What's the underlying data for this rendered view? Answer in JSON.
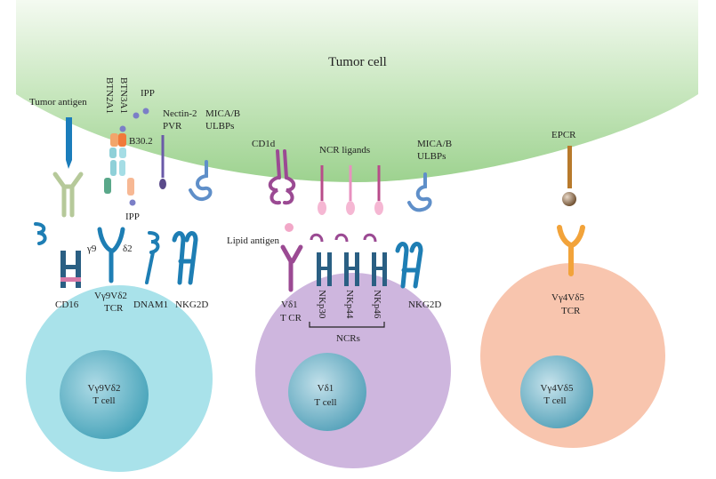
{
  "tumor": {
    "title": "Tumor cell"
  },
  "tumor_side": {
    "antigen": "Tumor antigen",
    "btn2a1": "BTN2A1",
    "btn3a1": "BTN3A1",
    "ipp_top": "IPP",
    "b302": "B30.2",
    "ipp_bottom": "IPP",
    "nectin2": "Nectin-2",
    "pvr": "PVR",
    "mica1": "MICA/B",
    "ulbps1": "ULBPs",
    "cd1d": "CD1d",
    "ncr_ligands": "NCR ligands",
    "mica2": "MICA/B",
    "ulbps2": "ULBPs",
    "epcr": "EPCR"
  },
  "cell1": {
    "cd16": "CD16",
    "g9": "γ9",
    "d2": "δ2",
    "tcr_line1": "Vγ9Vδ2",
    "tcr_line2": "TCR",
    "dnam1": "DNAM1",
    "nkg2d": "NKG2D",
    "nucleus_line1": "Vγ9Vδ2",
    "nucleus_line2": "T cell"
  },
  "cell2": {
    "lipid": "Lipid antigen",
    "tcr_line1": "Vδ1",
    "tcr_line2": "T CR",
    "nkp30": "NKp30",
    "nkp44": "NKp44",
    "nkp46": "NKp46",
    "nkg2d": "NKG2D",
    "ncrs": "NCRs",
    "nucleus_line1": "Vδ1",
    "nucleus_line2": "T cell"
  },
  "cell3": {
    "tcr_line1": "Vγ4Vδ5",
    "tcr_line2": "TCR",
    "nucleus_line1": "Vγ4Vδ5",
    "nucleus_line2": "T cell"
  },
  "colors": {
    "tumor_top": "#eef7ea",
    "tumor_bottom": "#a6d69a",
    "cell1": "#a8e1ea",
    "nucleus1": "#4fb3c8",
    "cell2": "#cdb4dd",
    "nucleus2": "#5aaec4",
    "cell3": "#f8c4ac",
    "nucleus3": "#56a9bf",
    "receptor_blue": "#1e7eb4",
    "receptor_dark": "#2a5f83",
    "receptor_purple": "#9b4a93",
    "ligand_pink": "#b84c8a",
    "ligand_blue": "#5f8fc9",
    "epcr_brown": "#b87a2c",
    "tcr_orange": "#f2a33a",
    "antigen_green": "#b6c99a"
  }
}
